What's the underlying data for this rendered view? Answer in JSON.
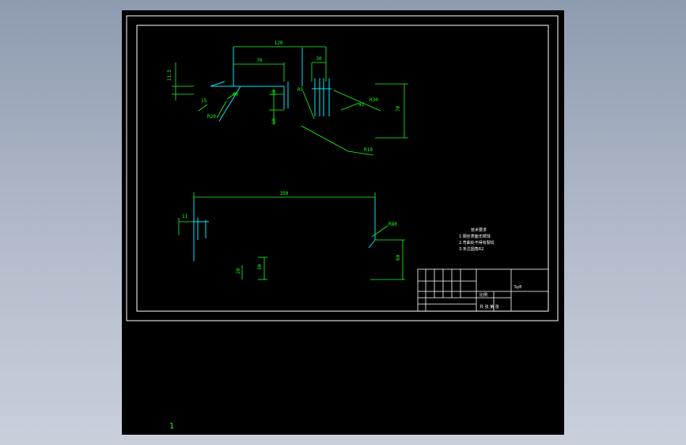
{
  "drawing": {
    "dimensions": {
      "overall_width": "120",
      "inner_width": "70",
      "right_offset": "30",
      "left_height": "11.5",
      "angle_a": "15",
      "angle_b": "60",
      "radius_left": "R20",
      "mid_height_1": "10",
      "mid_height_2": "10",
      "slot_left": "R5",
      "right_angle": "45",
      "right_radius": "R30",
      "right_height": "70",
      "lower_right_label": "R10",
      "bottom_width": "350",
      "bottom_left_small": "11",
      "bottom_right_radius": "R80",
      "bottom_right_height": "60",
      "bottom_small_1": "20",
      "bottom_small_2": "30"
    },
    "notes": {
      "heading": "技术要求",
      "line1": "1.钢丝表面无锈蚀",
      "line2": "2.弯曲处不得有裂纹",
      "line3": "3.未注圆角R2"
    },
    "title_block": {
      "part_name": "Sy8",
      "scale_label": "比例",
      "sheet_label": "共 张 第 张"
    },
    "page_number": "1"
  },
  "colors": {
    "line_white": "#ffffff",
    "dimension_green": "#19ff19",
    "geometry_cyan": "#00e5ff",
    "background": "#000000"
  }
}
